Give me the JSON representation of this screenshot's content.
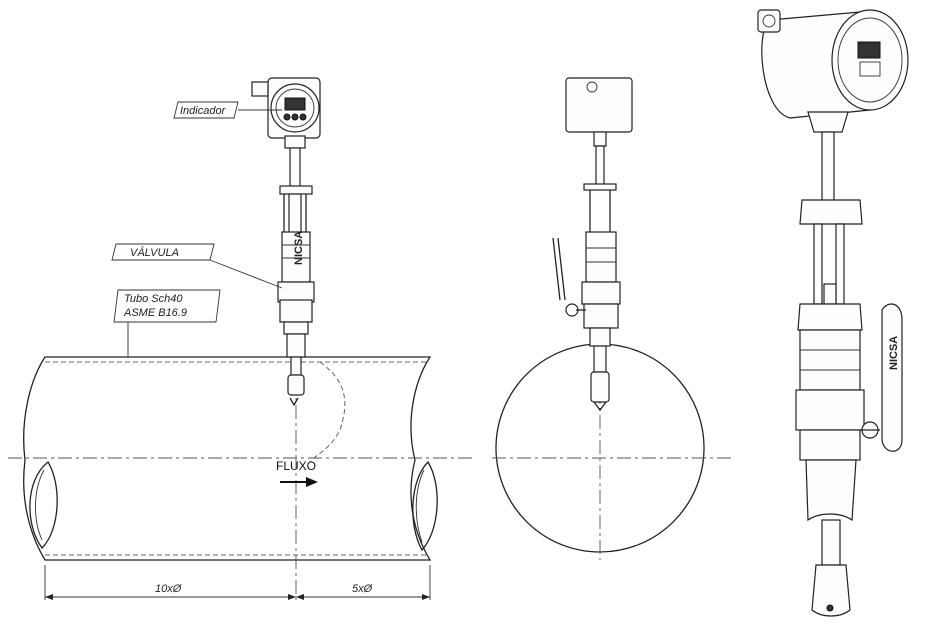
{
  "labels": {
    "indicador": "Indicador",
    "valvula": "VÁLVULA",
    "tubo_line1": "Tubo Sch40",
    "tubo_line2": "ASME B16.9",
    "fluxo": "FLUXO",
    "dim_upstream": "10xØ",
    "dim_downstream": "5xØ",
    "brand": "NICSA"
  }
}
